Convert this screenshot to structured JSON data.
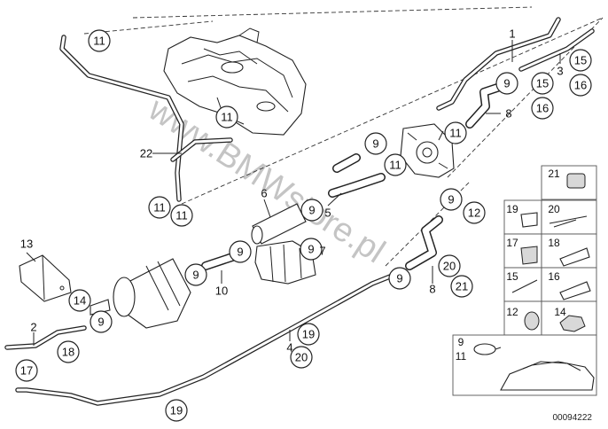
{
  "diagram": {
    "callouts": [
      {
        "id": "c11a",
        "text": "11"
      },
      {
        "id": "c11b",
        "text": "11"
      },
      {
        "id": "c11c",
        "text": "11"
      },
      {
        "id": "c11d",
        "text": "11"
      },
      {
        "id": "c11e",
        "text": "11"
      },
      {
        "id": "c11f",
        "text": "11"
      },
      {
        "id": "c9a",
        "text": "9"
      },
      {
        "id": "c9b",
        "text": "9"
      },
      {
        "id": "c9c",
        "text": "9"
      },
      {
        "id": "c9d",
        "text": "9"
      },
      {
        "id": "c9e",
        "text": "9"
      },
      {
        "id": "c9f",
        "text": "9"
      },
      {
        "id": "c9g",
        "text": "9"
      },
      {
        "id": "c9h",
        "text": "9"
      },
      {
        "id": "c9i",
        "text": "9"
      },
      {
        "id": "c15a",
        "text": "15"
      },
      {
        "id": "c15b",
        "text": "15"
      },
      {
        "id": "c16a",
        "text": "16"
      },
      {
        "id": "c16b",
        "text": "16"
      },
      {
        "id": "c12",
        "text": "12"
      },
      {
        "id": "c20a",
        "text": "20"
      },
      {
        "id": "c21a",
        "text": "21"
      },
      {
        "id": "c14",
        "text": "14"
      },
      {
        "id": "c18",
        "text": "18"
      },
      {
        "id": "c17",
        "text": "17"
      },
      {
        "id": "c19a",
        "text": "19"
      },
      {
        "id": "c20b",
        "text": "20"
      },
      {
        "id": "c19b",
        "text": "19"
      }
    ],
    "labels": [
      {
        "id": "l1",
        "text": "1"
      },
      {
        "id": "l3",
        "text": "3"
      },
      {
        "id": "l8a",
        "text": "8"
      },
      {
        "id": "l22",
        "text": "22"
      },
      {
        "id": "l6",
        "text": "6"
      },
      {
        "id": "l5",
        "text": "5"
      },
      {
        "id": "l7",
        "text": "7"
      },
      {
        "id": "l10",
        "text": "10"
      },
      {
        "id": "l8b",
        "text": "8"
      },
      {
        "id": "l13",
        "text": "13"
      },
      {
        "id": "l2",
        "text": "2"
      },
      {
        "id": "l4",
        "text": "4"
      }
    ],
    "legend": [
      {
        "id": "g21",
        "text": "21"
      },
      {
        "id": "g19",
        "text": "19"
      },
      {
        "id": "g20",
        "text": "20"
      },
      {
        "id": "g17",
        "text": "17"
      },
      {
        "id": "g18",
        "text": "18"
      },
      {
        "id": "g15",
        "text": "15"
      },
      {
        "id": "g16",
        "text": "16"
      },
      {
        "id": "g12",
        "text": "12"
      },
      {
        "id": "g14",
        "text": "14"
      },
      {
        "id": "g9",
        "text": "9"
      },
      {
        "id": "g11",
        "text": "11"
      }
    ],
    "watermark": "www.BMWstore.pl",
    "document_number": "00094222"
  }
}
